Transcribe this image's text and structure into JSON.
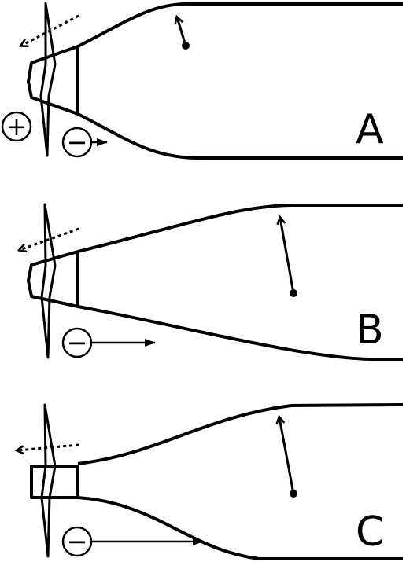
{
  "panels": [
    {
      "label": "A",
      "signs": [
        "+",
        "−"
      ]
    },
    {
      "label": "B",
      "signs": [
        "−"
      ]
    },
    {
      "label": "C",
      "signs": [
        "−"
      ]
    }
  ],
  "colors": {
    "ink": "#000000",
    "background": "#ffffff"
  }
}
